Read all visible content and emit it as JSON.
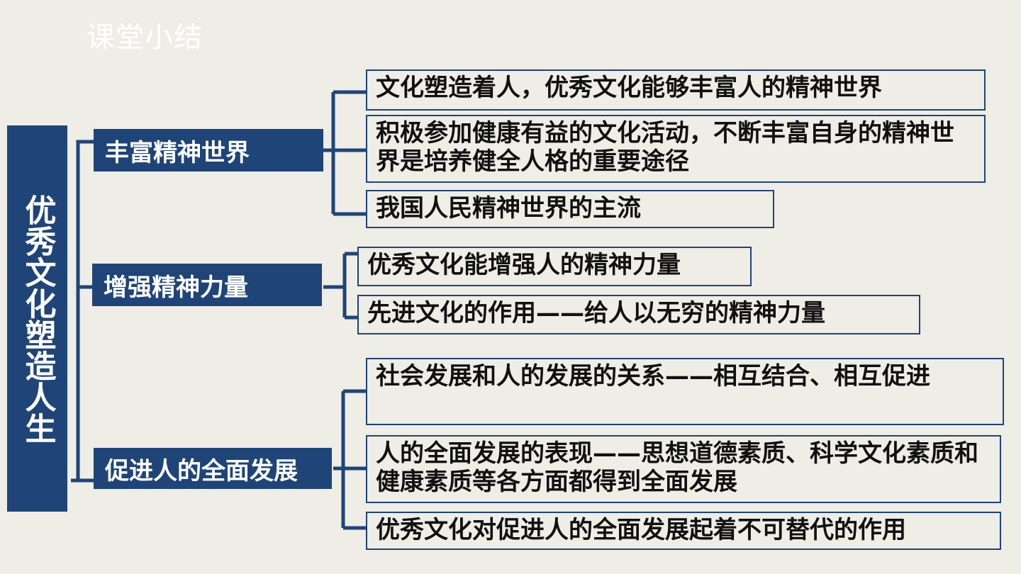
{
  "page_title": "课堂小结",
  "root": {
    "label": "优秀文化塑造人生"
  },
  "branches": [
    {
      "label": "丰富精神世界",
      "leaves": [
        "文化塑造着人，优秀文化能够丰富人的精神世界",
        "积极参加健康有益的文化活动，不断丰富自身的精神世界是培养健全人格的重要途径",
        "我国人民精神世界的主流"
      ]
    },
    {
      "label": "增强精神力量",
      "leaves": [
        "优秀文化能增强人的精神力量",
        "先进文化的作用——给人以无穷的精神力量"
      ]
    },
    {
      "label": "促进人的全面发展",
      "leaves": [
        "社会发展和人的发展的关系——相互结合、相互促进",
        "人的全面发展的表现——思想道德素质、科学文化素质和健康素质等各方面都得到全面发展",
        "优秀文化对促进人的全面发展起着不可替代的作用"
      ]
    }
  ],
  "colors": {
    "node_fill": "#1f4478",
    "background": "#eeede6",
    "connector": "#1f4478"
  }
}
